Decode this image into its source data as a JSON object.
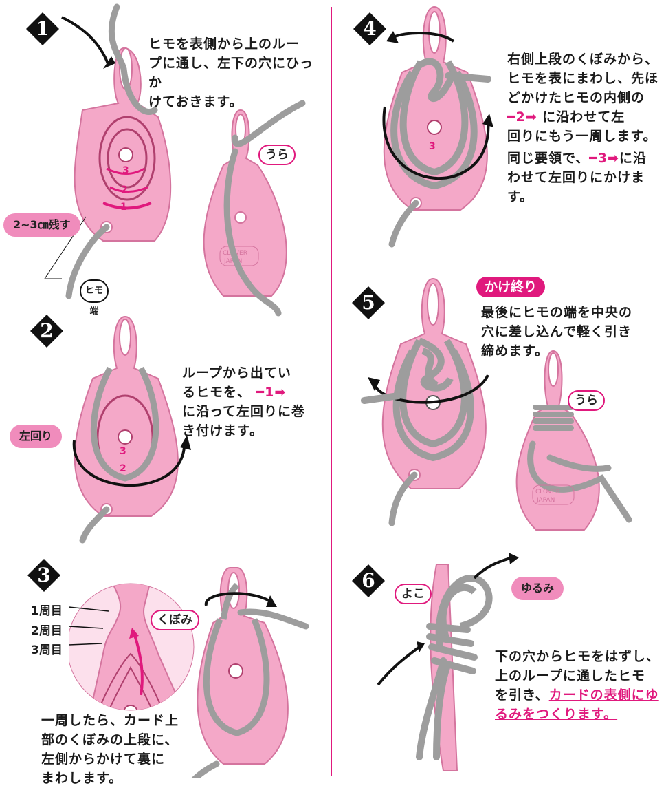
{
  "steps": {
    "s1": {
      "num": "1",
      "text": [
        "ヒモを表側から上のルー",
        "プに通し、左下の穴にひっか",
        "けておきます。"
      ],
      "back": "うら",
      "leave": "2~3㎝残す",
      "end": "ヒモ端",
      "arrows": [
        "3",
        "2",
        "1"
      ],
      "logo": [
        "CLOVER",
        "JAPAN"
      ]
    },
    "s2": {
      "num": "2",
      "text": [
        "ループから出てい",
        "るヒモを、",
        "に沿って左回りに巻",
        "き付けます。"
      ],
      "marker": "1",
      "direction": "左回り"
    },
    "s3": {
      "num": "3",
      "text": [
        "一周したら、カード上",
        "部のくぼみの上段に、",
        "左側からかけて裏に",
        "まわします。"
      ],
      "rounds": [
        "1周目",
        "2周目",
        "3周目"
      ],
      "notch": "くぼみ"
    },
    "s4": {
      "num": "4",
      "text1": [
        "右側上段のくぼみから、",
        "ヒモを表にまわし、先ほ",
        "どかけたヒモの内側の",
        "に沿わせて左",
        "回りにもう一周します。"
      ],
      "marker1": "2",
      "text2": [
        "同じ要領で、",
        "に沿",
        "わせて左回りにかけます。"
      ],
      "marker2": "3"
    },
    "s5": {
      "num": "5",
      "heading": "かけ終り",
      "text": [
        "最後にヒモの端を中央の",
        "穴に差し込んで軽く引き",
        "締めます。"
      ],
      "back": "うら",
      "logo": [
        "CLOVER",
        "JAPAN"
      ]
    },
    "s6": {
      "num": "6",
      "side": "よこ",
      "slack": "ゆるみ",
      "text": [
        "下の穴からヒモをはずし、",
        "上のループに通したヒモ",
        "を引き、"
      ],
      "text_pink": [
        "カードの表側にゆ",
        "るみをつくります。"
      ]
    }
  },
  "colors": {
    "accent": "#e0197d",
    "card": "#f4a8c8",
    "card_light": "#f9cfe0",
    "cord": "#9d9d9d",
    "cord_dark": "#555555",
    "bubble": "#f08cbc"
  }
}
